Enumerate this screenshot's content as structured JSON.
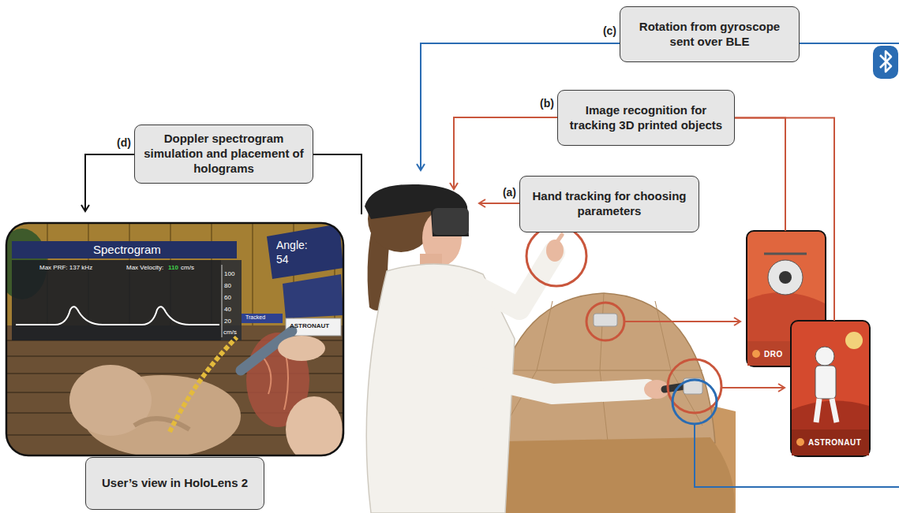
{
  "diagram": {
    "nodes": [
      {
        "text": [
          "(c)",
          "Rotation from gyroscope sent over BLE"
        ]
      },
      {
        "text": [
          "(b)",
          "Image recognition for tracking 3D printed objects"
        ]
      },
      {
        "text": [
          "(d)",
          "Doppler spectrogram simulation and placement of holograms"
        ]
      },
      {
        "text": [
          "(a)",
          "Hand tracking for choosing parameters"
        ]
      },
      {
        "text": [
          "DRO"
        ]
      },
      {
        "text": [
          "ASTRONAUT"
        ]
      },
      {
        "text": [
          "User’s view in HoloLens 2"
        ]
      }
    ],
    "edges": [
      {
        "from": 1,
        "to": 4,
        "arrow": "none"
      },
      {
        "from": 1,
        "to": 5,
        "arrow": "none"
      }
    ],
    "labels": [
      "Spectrogram",
      "Max PRF: 137 kHz",
      "Max Velocity:",
      "110",
      "cm/s",
      "100",
      "80",
      "60",
      "40",
      "20",
      "cm/s",
      "Angle:",
      "54",
      "ASTRONAUT",
      "Tracked"
    ]
  }
}
